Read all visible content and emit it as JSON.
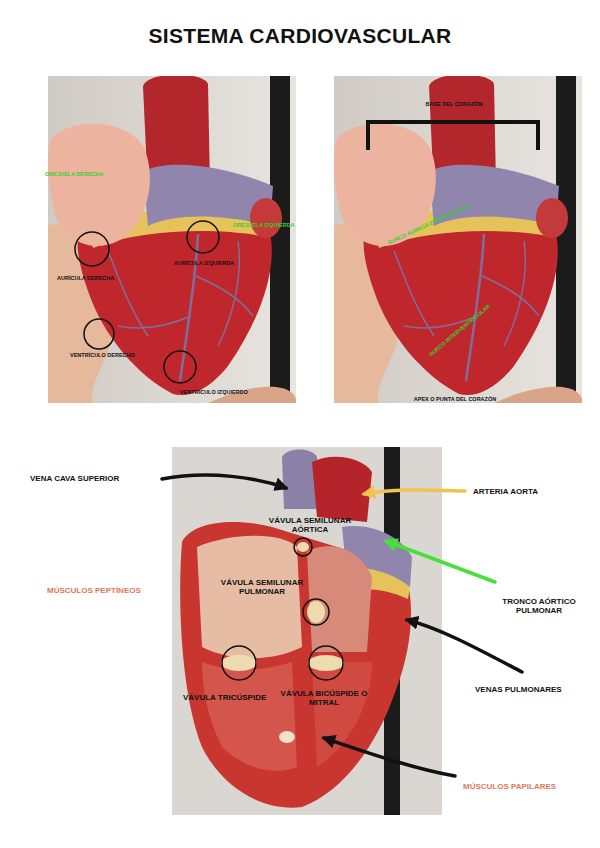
{
  "diagram": {
    "title": "SISTEMA CARDIOVASCULAR",
    "labels": [
      "OREJUELA DERECHA",
      "OREJUELA IZQUIERDA",
      "AURÍCULA DERECHA",
      "AURÍCULA IZQUIERDA",
      "VENTRÍCULO DERECHO",
      "VENTRÍCULO IZQUIERDO",
      "BASE DEL CORAZÓN",
      "SURCO AURICULOVENTRICULAR",
      "SURCO INTERVENTRICULAR",
      "APEX O PUNTA DEL CORAZÓN",
      "VENA CAVA SUPERIOR",
      "ARTERIA AORTA",
      "VÁVULA SEMILUNAR AÓRTICA",
      "MÚSCULOS PEPTÍNEOS",
      "VÁVULA SEMILUNAR PULMONAR",
      "TRONCO AÓRTICO PULMONAR",
      "VENAS PULMONARES",
      "VÁVULA TRICÚSPIDE",
      "VÁVULA BICÚSPIDE O MITRAL",
      "MÚSCULOS PAPILARES"
    ]
  }
}
